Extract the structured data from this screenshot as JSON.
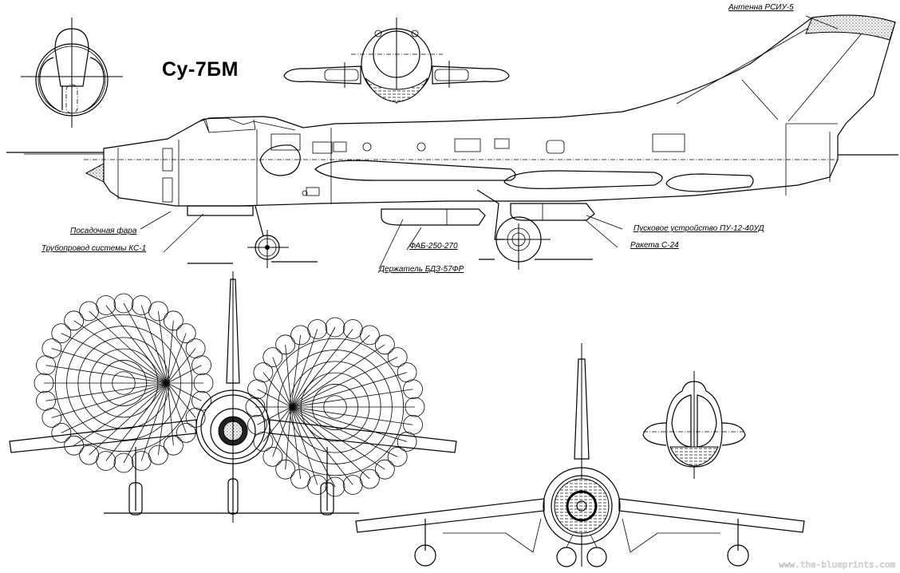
{
  "title": "Су-7БМ",
  "views": {
    "side": "side-view",
    "front": "front-view-with-braking-parachutes",
    "rear": "rear-view",
    "section_front": "nose-section",
    "section_mid": "fuselage-section-with-wings",
    "section_rear": "fuselage-section-rear"
  },
  "labels": {
    "antenna": "Антенна РСИУ-5",
    "landing_light": "Посадочная фара",
    "pipeline": "Трубопровод системы КС-1",
    "bomb": "ФАБ-250-270",
    "holder": "Держатель БДЗ-57ФР",
    "launcher": "Пусковое устройство ПУ-12-40УД",
    "rocket": "Ракета С-24"
  },
  "watermark": "www.the-blueprints.com"
}
